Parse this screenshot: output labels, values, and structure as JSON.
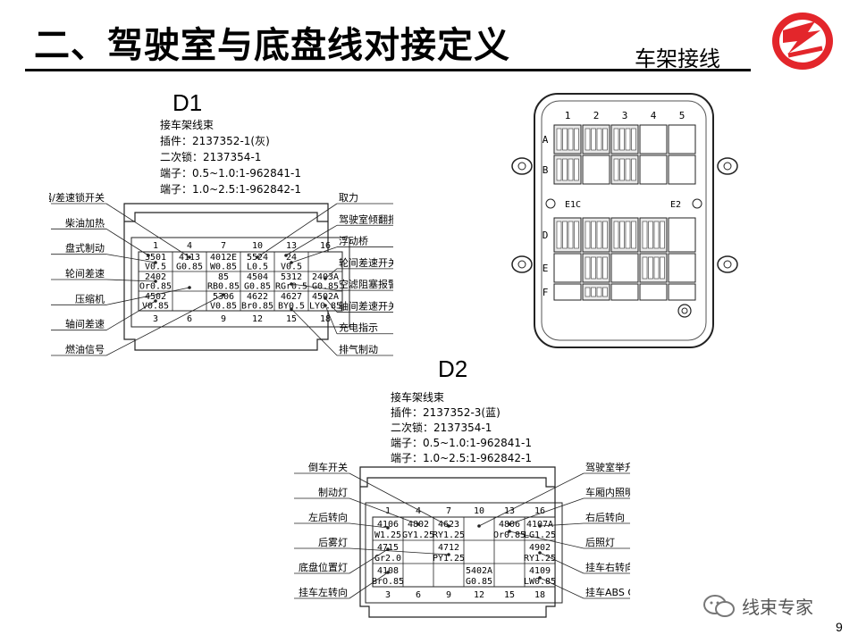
{
  "header": {
    "title": "二、驾驶室与底盘线对接定义",
    "subtitle": "车架接线"
  },
  "footer": {
    "page_number": "9",
    "watermark": "线束专家"
  },
  "d1": {
    "label": "D1",
    "spec": [
      "接车架线束",
      "插件：2137352-1(灰)",
      "二次锁：2137354-1",
      "端子：0.5~1.0:1-962841-1",
      "端子：1.0~2.5:1-962842-1"
    ],
    "pins_top": [
      "1",
      "4",
      "7",
      "10",
      "13",
      "16"
    ],
    "pins_bottom": [
      "3",
      "6",
      "9",
      "12",
      "15",
      "18"
    ],
    "rows": [
      [
        [
          "3501",
          "V0.5"
        ],
        [
          "4113",
          "G0.85"
        ],
        [
          "4012E",
          "W0.85"
        ],
        [
          "5524",
          "L0.5"
        ],
        [
          "24",
          "V0.5"
        ],
        [
          "",
          ""
        ]
      ],
      [
        [
          "2402",
          "Or0.85"
        ],
        [
          "",
          ""
        ],
        [
          "85",
          "RB0.85"
        ],
        [
          "4504",
          "G0.85"
        ],
        [
          "5312",
          "RGr0.5"
        ],
        [
          "2403A",
          "G0.85"
        ]
      ],
      [
        [
          "4502",
          "V0.85"
        ],
        [
          "",
          ""
        ],
        [
          "5306",
          "V0.85"
        ],
        [
          "4622",
          "Br0.85"
        ],
        [
          "4627",
          "BY0.5"
        ],
        [
          "4502A",
          "LY0.85"
        ]
      ]
    ],
    "left_labels": [
      "干燥器/差速锁开关",
      "柴油加热",
      "盘式制动",
      "轮间差速",
      "压缩机",
      "轴间差速",
      "燃油信号"
    ],
    "right_labels": [
      "取力",
      "驾驶室倾翻报警",
      "浮动桥",
      "轮间差速开关",
      "空滤阻塞报警",
      "轴间差速开关",
      "充电指示",
      "排气制动"
    ]
  },
  "d2": {
    "label": "D2",
    "spec": [
      "接车架线束",
      "插件：2137352-3(蓝)",
      "二次锁：2137354-1",
      "端子：0.5~1.0:1-962841-1",
      "端子：1.0~2.5:1-962842-1"
    ],
    "pins_top": [
      "1",
      "4",
      "7",
      "10",
      "13",
      "16"
    ],
    "pins_bottom": [
      "3",
      "6",
      "9",
      "12",
      "15",
      "18"
    ],
    "rows": [
      [
        [
          "4106",
          "W1.25"
        ],
        [
          "4802",
          "GY1.25"
        ],
        [
          "4623",
          "RY1.25"
        ],
        [
          "",
          ""
        ],
        [
          "4806",
          "Or0.85"
        ],
        [
          "4107A",
          "LG1.25"
        ]
      ],
      [
        [
          "4715",
          "Gr2.0"
        ],
        [
          "",
          ""
        ],
        [
          "4712",
          "PY1.25"
        ],
        [
          "",
          ""
        ],
        [
          "",
          ""
        ],
        [
          "4902",
          "RY1.25"
        ]
      ],
      [
        [
          "4108",
          "BrO.85"
        ],
        [
          "",
          ""
        ],
        [
          "",
          ""
        ],
        [
          "5402A",
          "G0.85"
        ],
        [
          "",
          ""
        ],
        [
          "4109",
          "LW0.85"
        ]
      ]
    ],
    "left_labels": [
      "倒车开关",
      "制动灯",
      "左后转向",
      "后雾灯",
      "底盘位置灯",
      "挂车左转向"
    ],
    "right_labels": [
      "驾驶室举升",
      "车厢内照明",
      "右后转向",
      "后照灯",
      "挂车右转向",
      "挂车ABS On档"
    ]
  },
  "panel": {
    "cols": [
      "1",
      "2",
      "3",
      "4",
      "5"
    ],
    "rows": [
      "A",
      "B",
      "D",
      "E",
      "F"
    ],
    "mark_left": "E1C",
    "mark_right": "E2"
  }
}
